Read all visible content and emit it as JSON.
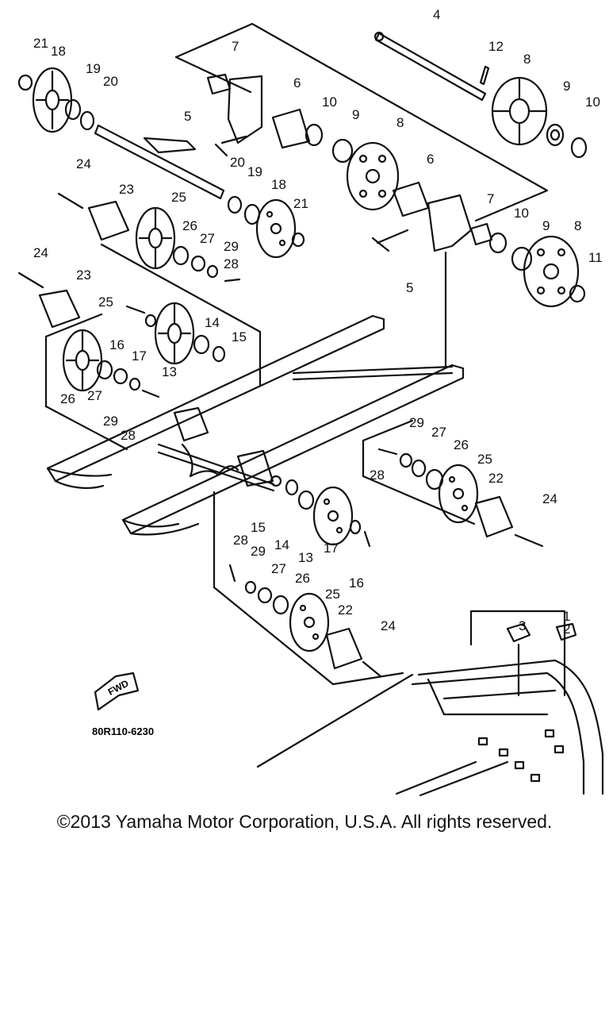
{
  "callouts": [
    "1",
    "2",
    "3",
    "4",
    "5",
    "6",
    "7",
    "8",
    "9",
    "10",
    "11",
    "12",
    "13",
    "14",
    "15",
    "16",
    "17",
    "18",
    "19",
    "20",
    "21",
    "22",
    "23",
    "24",
    "25",
    "26",
    "27",
    "28",
    "29"
  ],
  "fwd_label": "FWD",
  "figure_code": "80R110-6230",
  "copyright": "©2013 Yamaha Motor Corporation, U.S.A. All rights reserved."
}
